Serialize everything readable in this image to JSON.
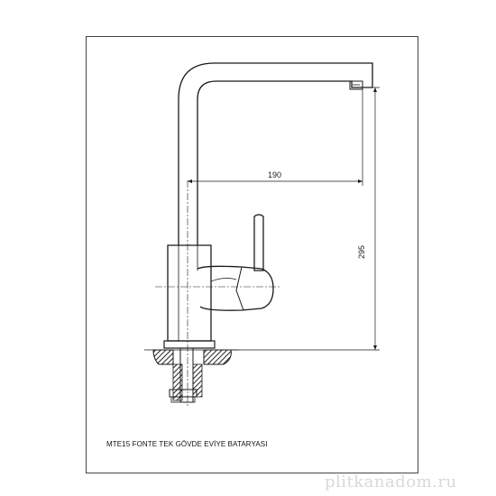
{
  "drawing": {
    "caption": "MTE15 FONTE TEK GÖVDE EVİYE BATARYASI",
    "dimension_horizontal": "190",
    "dimension_vertical": "295"
  },
  "watermark": {
    "text": "plitkanadom.ru"
  },
  "colors": {
    "line": "#1a1a1a",
    "hatch": "#333333",
    "background": "#ffffff"
  }
}
